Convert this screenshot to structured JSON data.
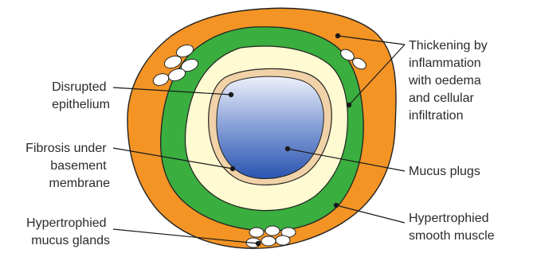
{
  "colors": {
    "outer_layer": "#f39425",
    "muscle_layer": "#3aae3f",
    "submucosa": "#fefbd2",
    "epithelium": "#f1d2a8",
    "mucus_light": "#eef1fb",
    "mucus_dark": "#2a55b1",
    "outline": "#222222"
  },
  "labels": {
    "disrupted_epithelium": [
      "Disrupted",
      "epithelium"
    ],
    "fibrosis": [
      "Fibrosis under",
      "basement",
      "membrane"
    ],
    "hypertrophied_glands": [
      "Hypertrophied",
      "mucus glands"
    ],
    "thickening": [
      "Thickening by",
      "inflammation",
      "with oedema",
      "and cellular",
      "infiltration"
    ],
    "mucus_plugs": [
      "Mucus plugs"
    ],
    "smooth_muscle": [
      "Hypertrophied",
      "smooth muscle"
    ]
  }
}
